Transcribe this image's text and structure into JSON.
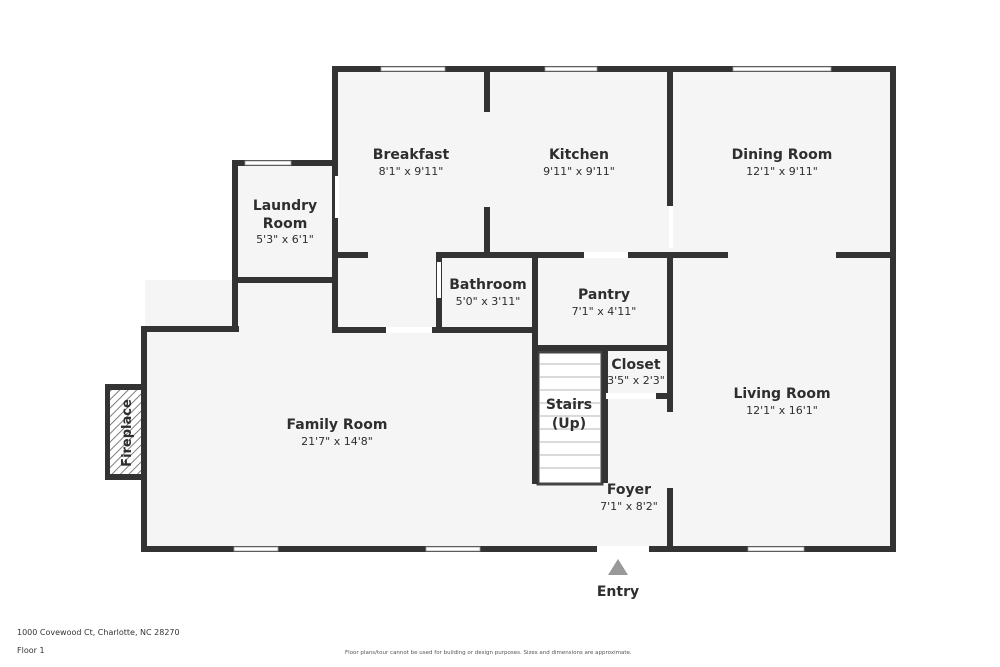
{
  "rooms": [
    {
      "name": "Breakfast",
      "dims": "8'1\" x 9'11\""
    },
    {
      "name": "Kitchen",
      "dims": "9'11\" x 9'11\""
    },
    {
      "name": "Dining Room",
      "dims": "12'1\" x 9'11\""
    },
    {
      "name_line1": "Laundry",
      "name_line2": "Room",
      "dims": "5'3\" x 6'1\""
    },
    {
      "name": "Bathroom",
      "dims": "5'0\" x 3'11\""
    },
    {
      "name": "Pantry",
      "dims": "7'1\" x 4'11\""
    },
    {
      "name": "Closet",
      "dims": "3'5\" x 2'3\""
    },
    {
      "name": "Living Room",
      "dims": "12'1\" x 16'1\""
    },
    {
      "name": "Family Room",
      "dims": "21'7\" x 14'8\""
    },
    {
      "name_line1": "Stairs",
      "name_line2": "(Up)"
    },
    {
      "name": "Foyer",
      "dims": "7'1\" x 8'2\""
    },
    {
      "name": "Fireplace"
    }
  ],
  "entry_label": "Entry",
  "footer": {
    "address": "1000 Covewood Ct, Charlotte, NC 28270",
    "floor": "Floor 1",
    "disclaimer": "Floor plans/tour cannot be used for building or design purposes. Sizes and dimensions are approximate."
  }
}
